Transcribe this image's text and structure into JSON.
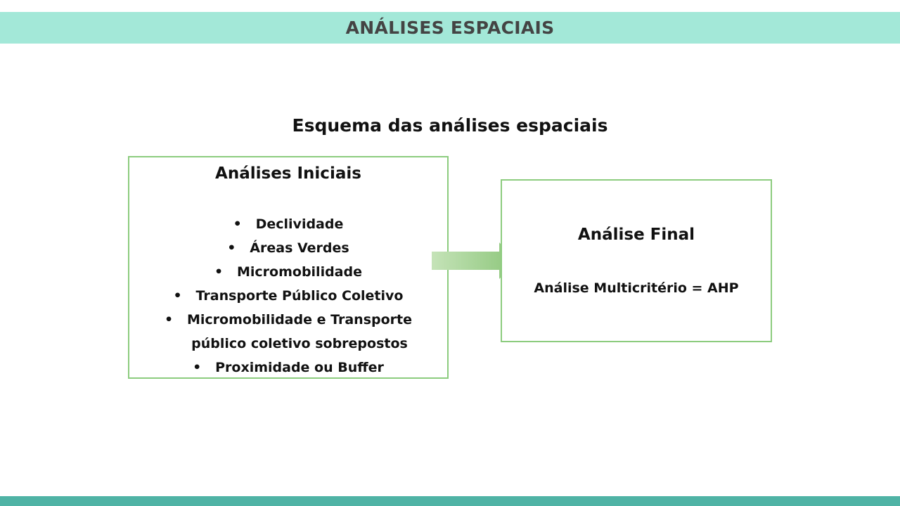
{
  "header": {
    "title": "ANÁLISES ESPACIAIS"
  },
  "diagram": {
    "title": "Esquema das análises espaciais",
    "initial_box": {
      "heading": "Análises Iniciais",
      "bullet": "•",
      "items": [
        "Declividade",
        "Áreas Verdes",
        "Micromobilidade",
        "Transporte Público Coletivo",
        "Micromobilidade e Transporte",
        "Proximidade ou Buffer"
      ],
      "item5_continuation": "público coletivo sobrepostos"
    },
    "final_box": {
      "heading": "Análise Final",
      "subtitle": "Análise Multicritério = AHP"
    },
    "arrow_icon": "right-arrow-icon"
  },
  "colors": {
    "header_band": "#a3e8d8",
    "footer_band": "#4fb3a5",
    "box_border": "#8ccc7e",
    "arrow_light": "#c5e3b8",
    "arrow_dark": "#8cc67a"
  }
}
